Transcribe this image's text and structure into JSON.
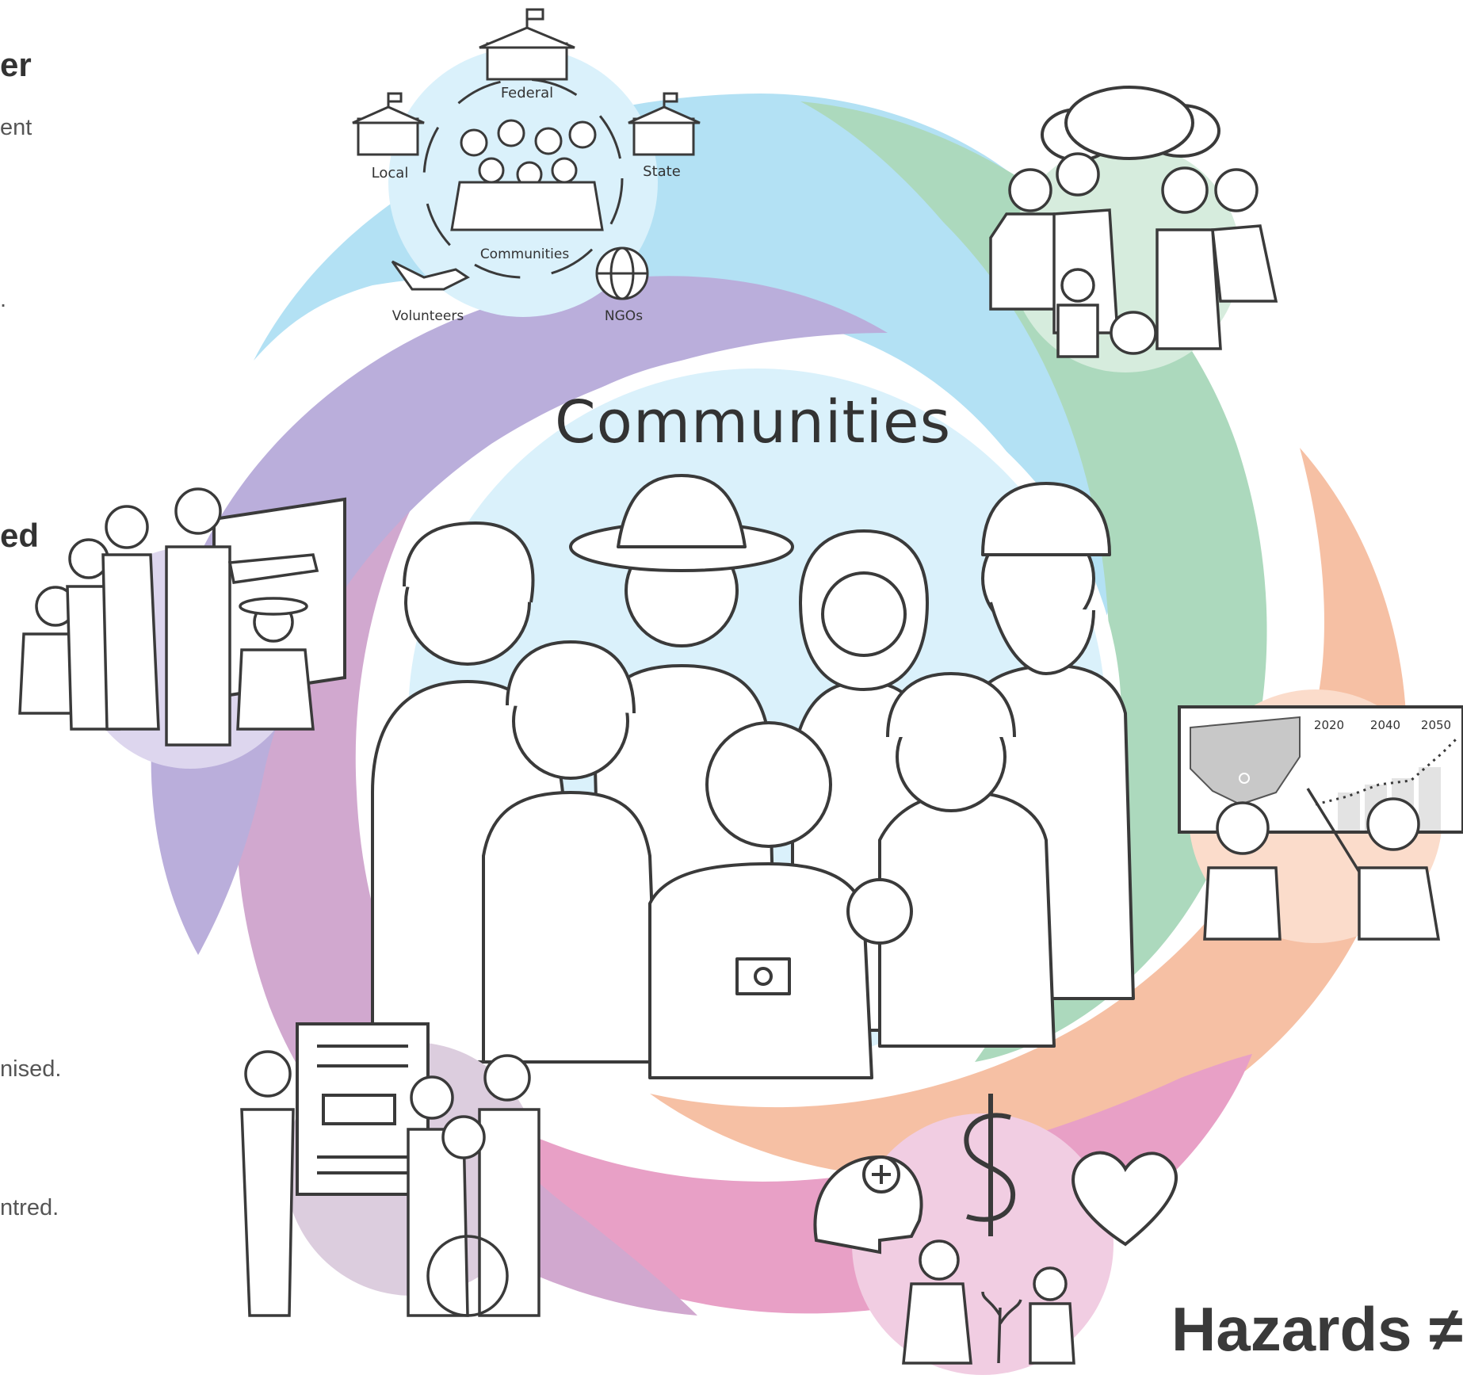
{
  "edge_text": {
    "top_left_heading_fragment": "er",
    "top_left_body_fragment": "ent",
    "left_dot_fragment": ".",
    "left_heading_fragment": "ed",
    "bottom_left_line_1": "nised.",
    "bottom_left_line_2": "ntred."
  },
  "center": {
    "title": "Communities"
  },
  "governance_cluster": {
    "labels": {
      "federal": "Federal",
      "state": "State",
      "local": "Local",
      "communities": "Communities",
      "volunteers": "Volunteers",
      "ngos": "NGOs"
    }
  },
  "projection_chart": {
    "year_labels": [
      "2020",
      "2040",
      "2050"
    ]
  },
  "bottom_heading": "Hazards ≠",
  "colors": {
    "blue_petal": "#b3e1f4",
    "green_petal": "#acd9bd",
    "orange_petal": "#f6c0a4",
    "pink_petal": "#e8a0c6",
    "lilac_petal": "#d1a8cf",
    "purple_petal": "#baaedb",
    "center_fill": "#daf1fb",
    "line_art": "#3a3a3a"
  }
}
